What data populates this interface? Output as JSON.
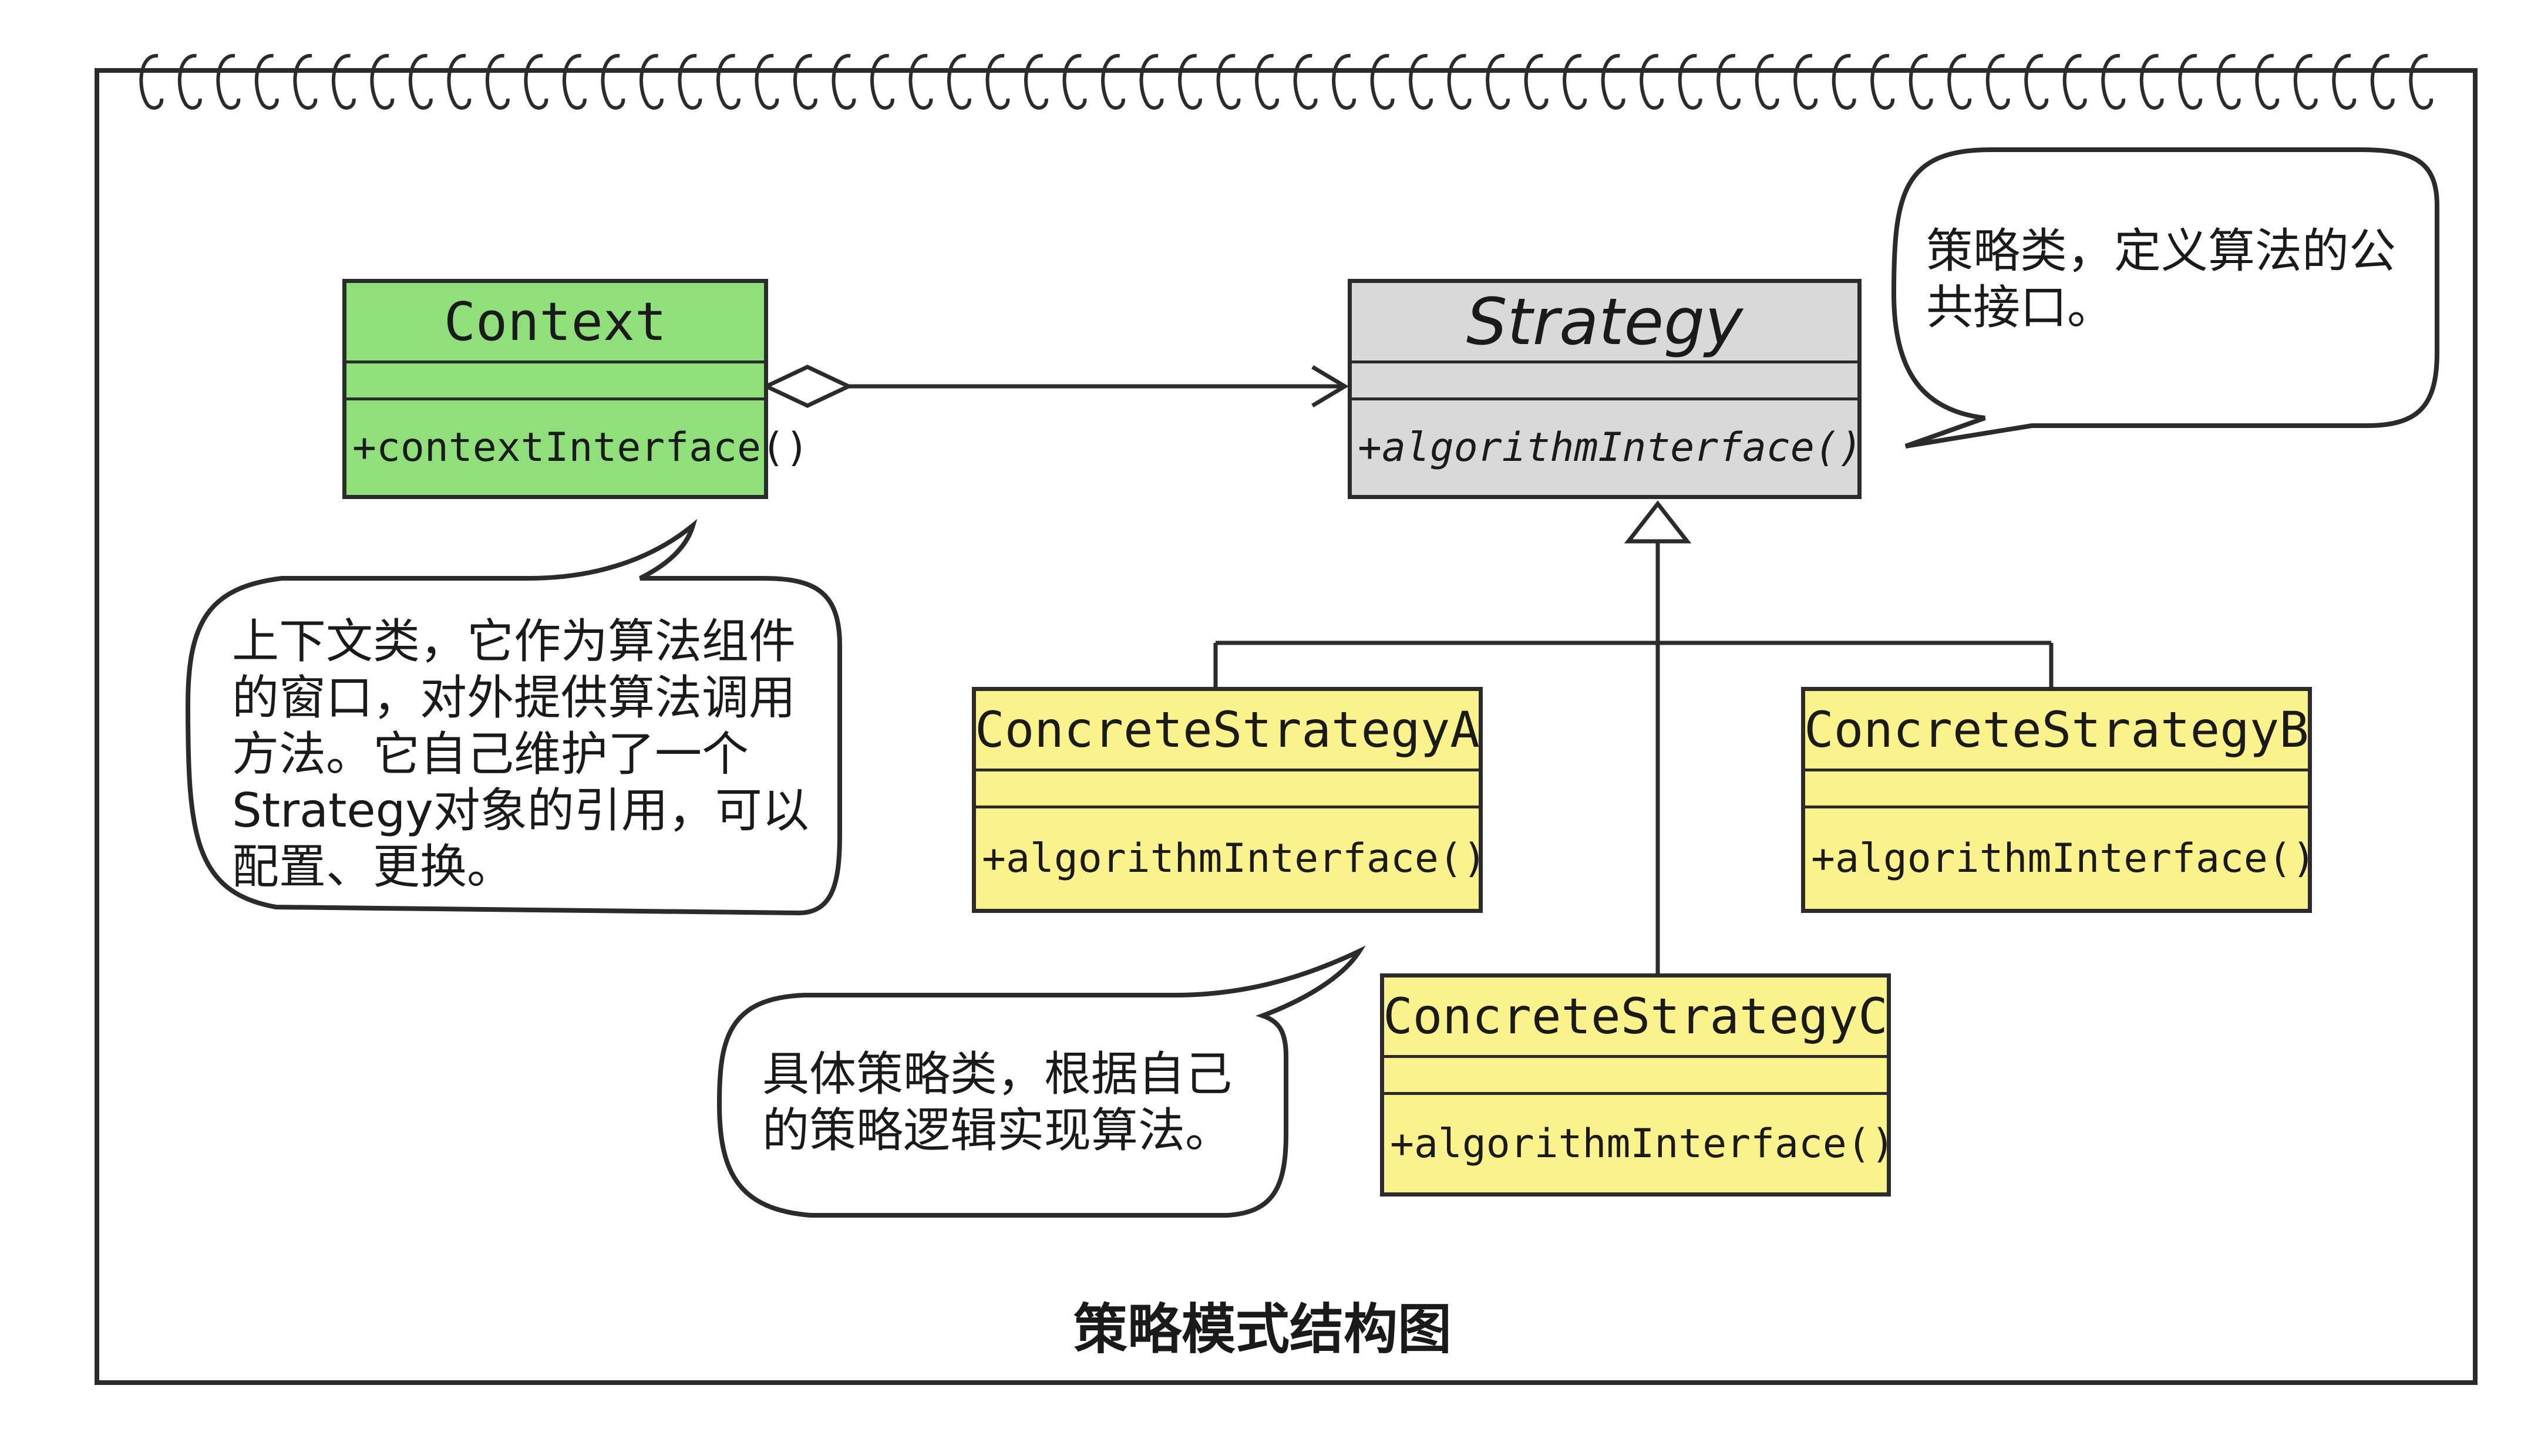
{
  "diagram": {
    "caption": "策略模式结构图",
    "classes": {
      "context": {
        "name": "Context",
        "operation": "+contextInterface()"
      },
      "strategy": {
        "name": "Strategy",
        "operation": "+algorithmInterface()"
      },
      "strategy_a": {
        "name": "ConcreteStrategyA",
        "operation": "+algorithmInterface()"
      },
      "strategy_b": {
        "name": "ConcreteStrategyB",
        "operation": "+algorithmInterface()"
      },
      "strategy_c": {
        "name": "ConcreteStrategyC",
        "operation": "+algorithmInterface()"
      }
    },
    "notes": {
      "strategy_note": [
        "策略类，定义算法的公",
        "共接口。"
      ],
      "context_note": [
        "上下文类，它作为算法组件",
        "的窗口，对外提供算法调用",
        "方法。它自己维护了一个",
        "Strategy对象的引用，可以",
        "配置、更换。"
      ],
      "concrete_note": [
        "具体策略类，根据自己",
        "的策略逻辑实现算法。"
      ]
    },
    "colors": {
      "context_fill": "#8fe07a",
      "strategy_fill": "#d9d9d9",
      "concrete_fill": "#faf28a",
      "ink": "#2b2b2b"
    }
  }
}
